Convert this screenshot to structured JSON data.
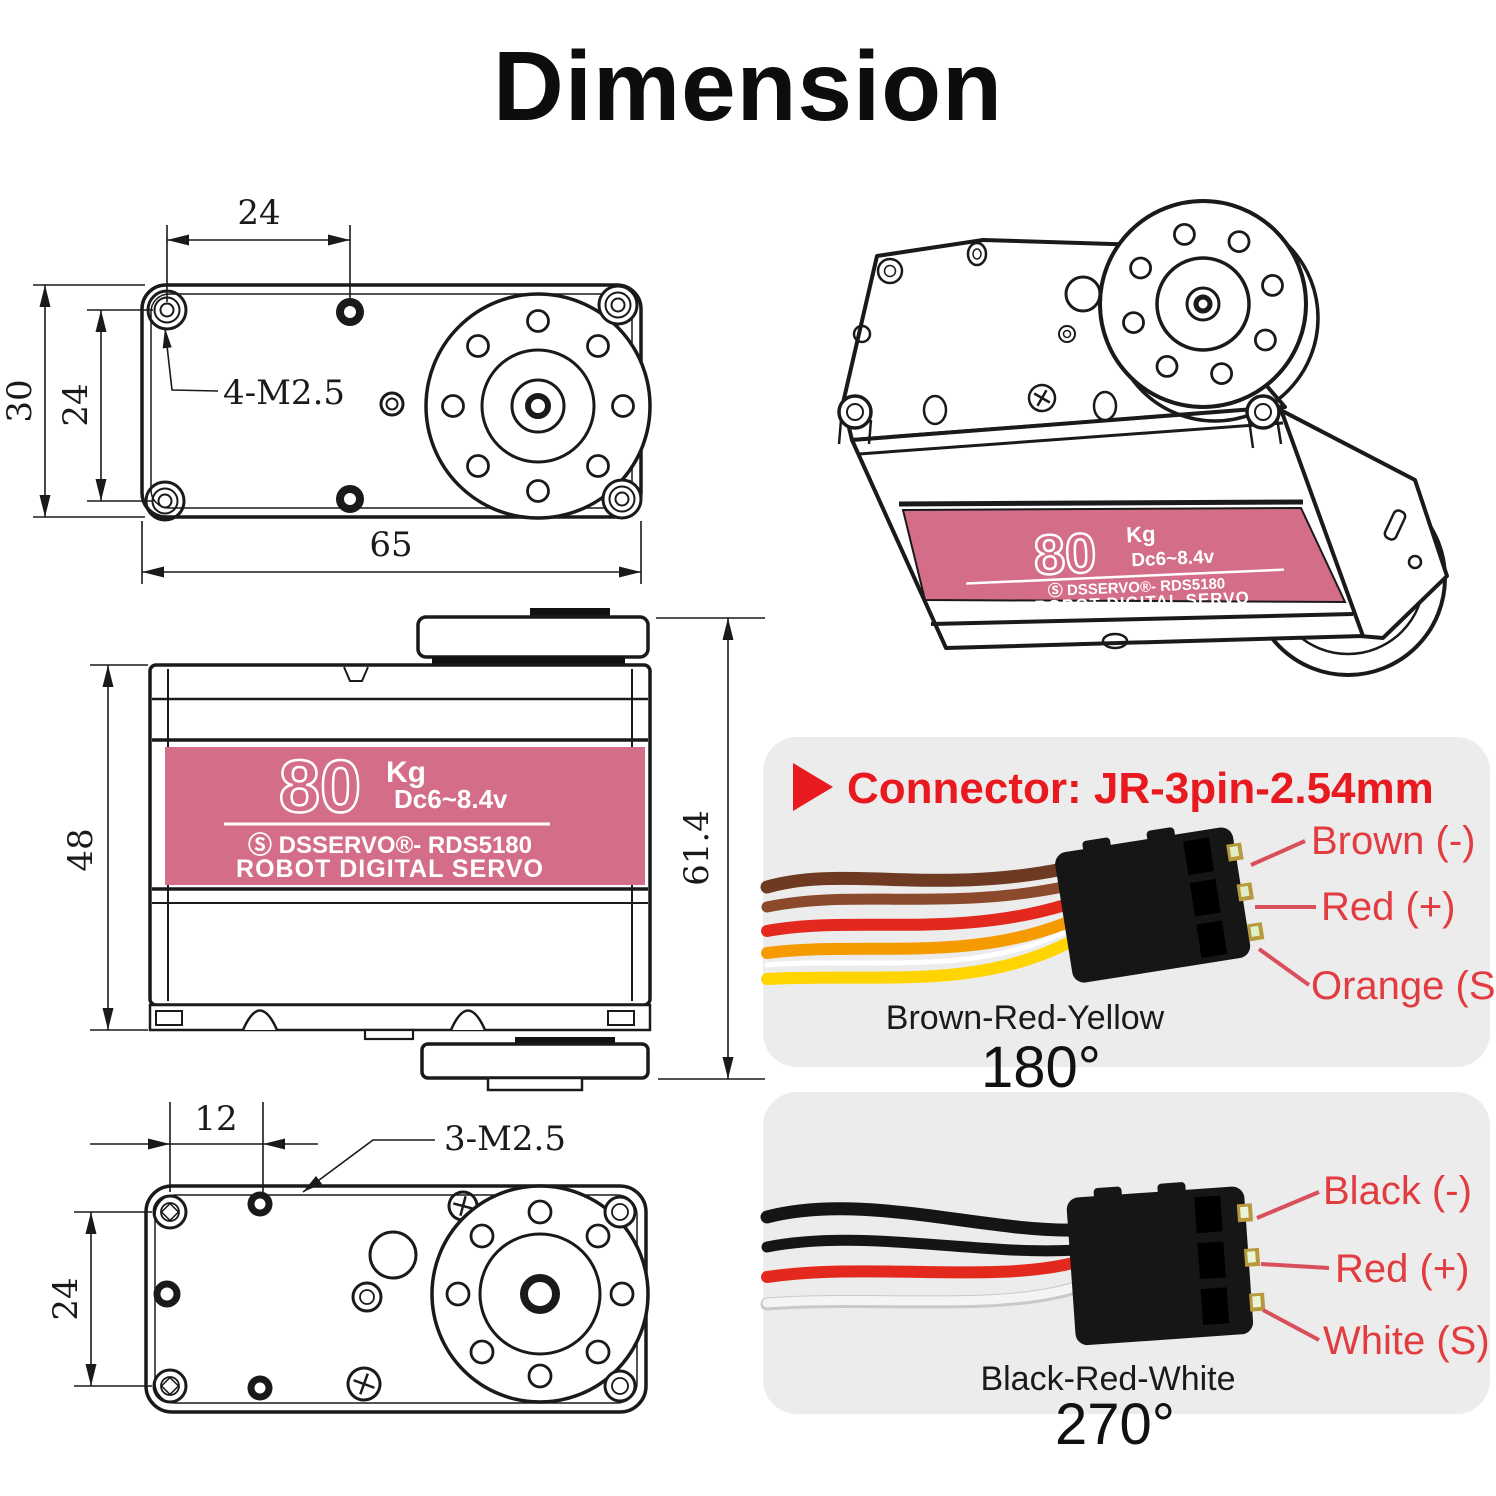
{
  "title": "Dimension",
  "colors": {
    "pink_label": "#d46d87",
    "red_header": "#e8191f",
    "red_pin_label": "#e23b40",
    "leader_red": "#d94f5c",
    "panel_bg": "#ececec",
    "ink": "#1a1a1a"
  },
  "servo_label": {
    "weight": "80",
    "unit": "Kg",
    "voltage": "Dc6~8.4v",
    "brand_line": "Ⓢ DSSERVO®- RDS5180",
    "subtitle": "ROBOT DIGITAL SERVO"
  },
  "views": {
    "top": {
      "dim_width_offset": "24",
      "dim_height": "30",
      "dim_hole_spacing": "24",
      "dim_length": "65",
      "thread_note": "4-M2.5"
    },
    "side": {
      "dim_body_height": "48",
      "dim_total_height": "61.4"
    },
    "bottom": {
      "dim_hole_offset": "12",
      "dim_hole_spacing": "24",
      "thread_note": "3-M2.5"
    }
  },
  "connector": {
    "header": "Connector: JR-3pin-2.54mm",
    "panels": [
      {
        "pin1": "Brown (-)",
        "pin2": "Red (+)",
        "pin3": "Orange (S)",
        "caption": "Brown-Red-Yellow",
        "angle": "180°"
      },
      {
        "pin1": "Black (-)",
        "pin2": "Red (+)",
        "pin3": "White (S)",
        "caption": "Black-Red-White",
        "angle": "270°"
      }
    ]
  }
}
